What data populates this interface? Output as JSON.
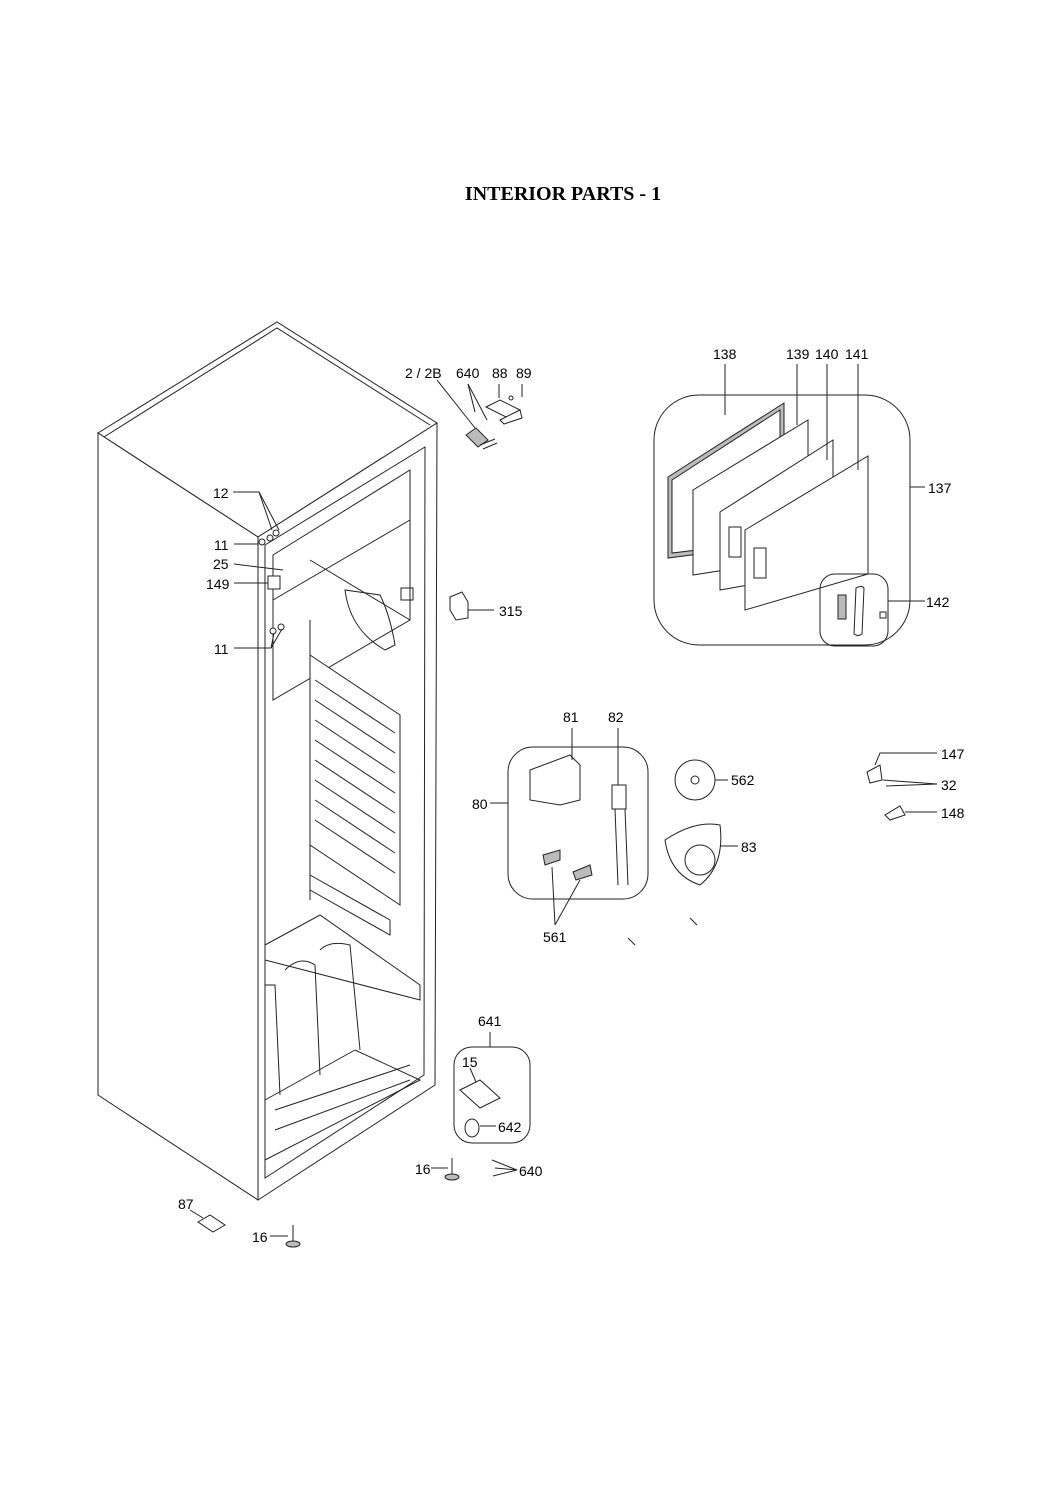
{
  "title": "INTERIOR PARTS - 1",
  "labels": {
    "p2_2b": "2 / 2B",
    "p640_top": "640",
    "p88": "88",
    "p89": "89",
    "p138": "138",
    "p139": "139",
    "p140": "140",
    "p141": "141",
    "p137": "137",
    "p142": "142",
    "p12": "12",
    "p11_top": "11",
    "p25": "25",
    "p149": "149",
    "p11_bottom": "11",
    "p315": "315",
    "p81": "81",
    "p82": "82",
    "p80": "80",
    "p562": "562",
    "p83": "83",
    "p561": "561",
    "p147": "147",
    "p32": "32",
    "p148": "148",
    "p641": "641",
    "p15": "15",
    "p642": "642",
    "p16_mid": "16",
    "p640_bottom": "640",
    "p87": "87",
    "p16_bottom": "16"
  }
}
